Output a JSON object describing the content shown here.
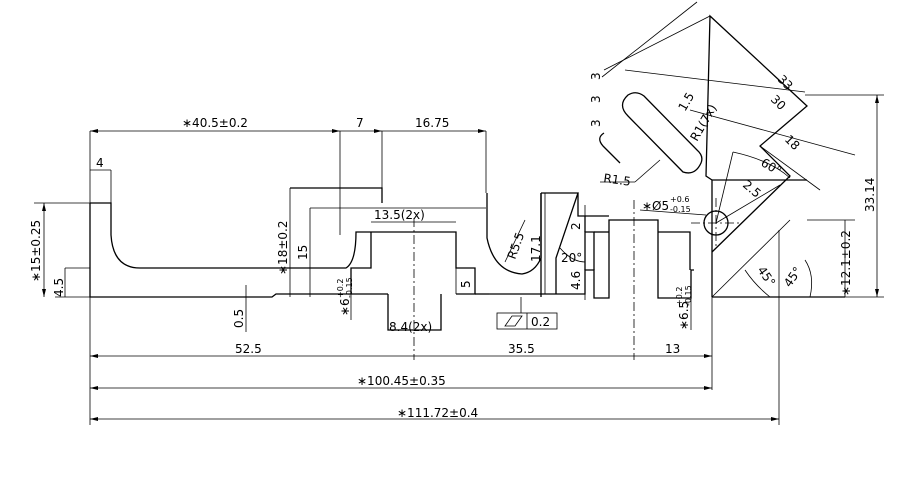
{
  "drawing": {
    "dims": {
      "d40_5": "∗40.5±0.2",
      "d7": "7",
      "d16_75": "16.75",
      "d4": "4",
      "d15tol": "∗15±0.25",
      "d4_5": "4.5",
      "d0_5": "0.5",
      "d18": "∗18±0.2",
      "d15": "15",
      "d13_5": "13.5(2x)",
      "d6": "∗6",
      "d6_up": "+0.2",
      "d6_dn": "-0.15",
      "d5": "5",
      "d8_4": "8.4(2x)",
      "r5_5": "R5.5",
      "d17_1": "17.1",
      "d20deg": "20°",
      "d2": "2",
      "d4_6": "4.6",
      "phi5": "∗Ø5",
      "phi5_up": "+0.6",
      "phi5_dn": "-0.15",
      "d6_5": "∗6.5",
      "d6_5_up": "+0.2",
      "d6_5_dn": "-0.15",
      "d12_1": "∗12.1±0.2",
      "d33_14": "33.14",
      "d45a": "45°",
      "d45b": "45°",
      "d60deg": "60°",
      "d2_5": "2.5",
      "r1_5": "R1.5",
      "r1_7x": "R1(7x)",
      "d1_5": "1.5",
      "d3a": "3",
      "d3b": "3",
      "d3c": "3",
      "d33": "33",
      "d30": "30",
      "d18b": "18",
      "d52_5": "52.5",
      "d35_5": "35.5",
      "d13": "13",
      "d100_45": "∗100.45±0.35",
      "d111_72": "∗111.72±0.4",
      "flatness": "0.2"
    }
  }
}
